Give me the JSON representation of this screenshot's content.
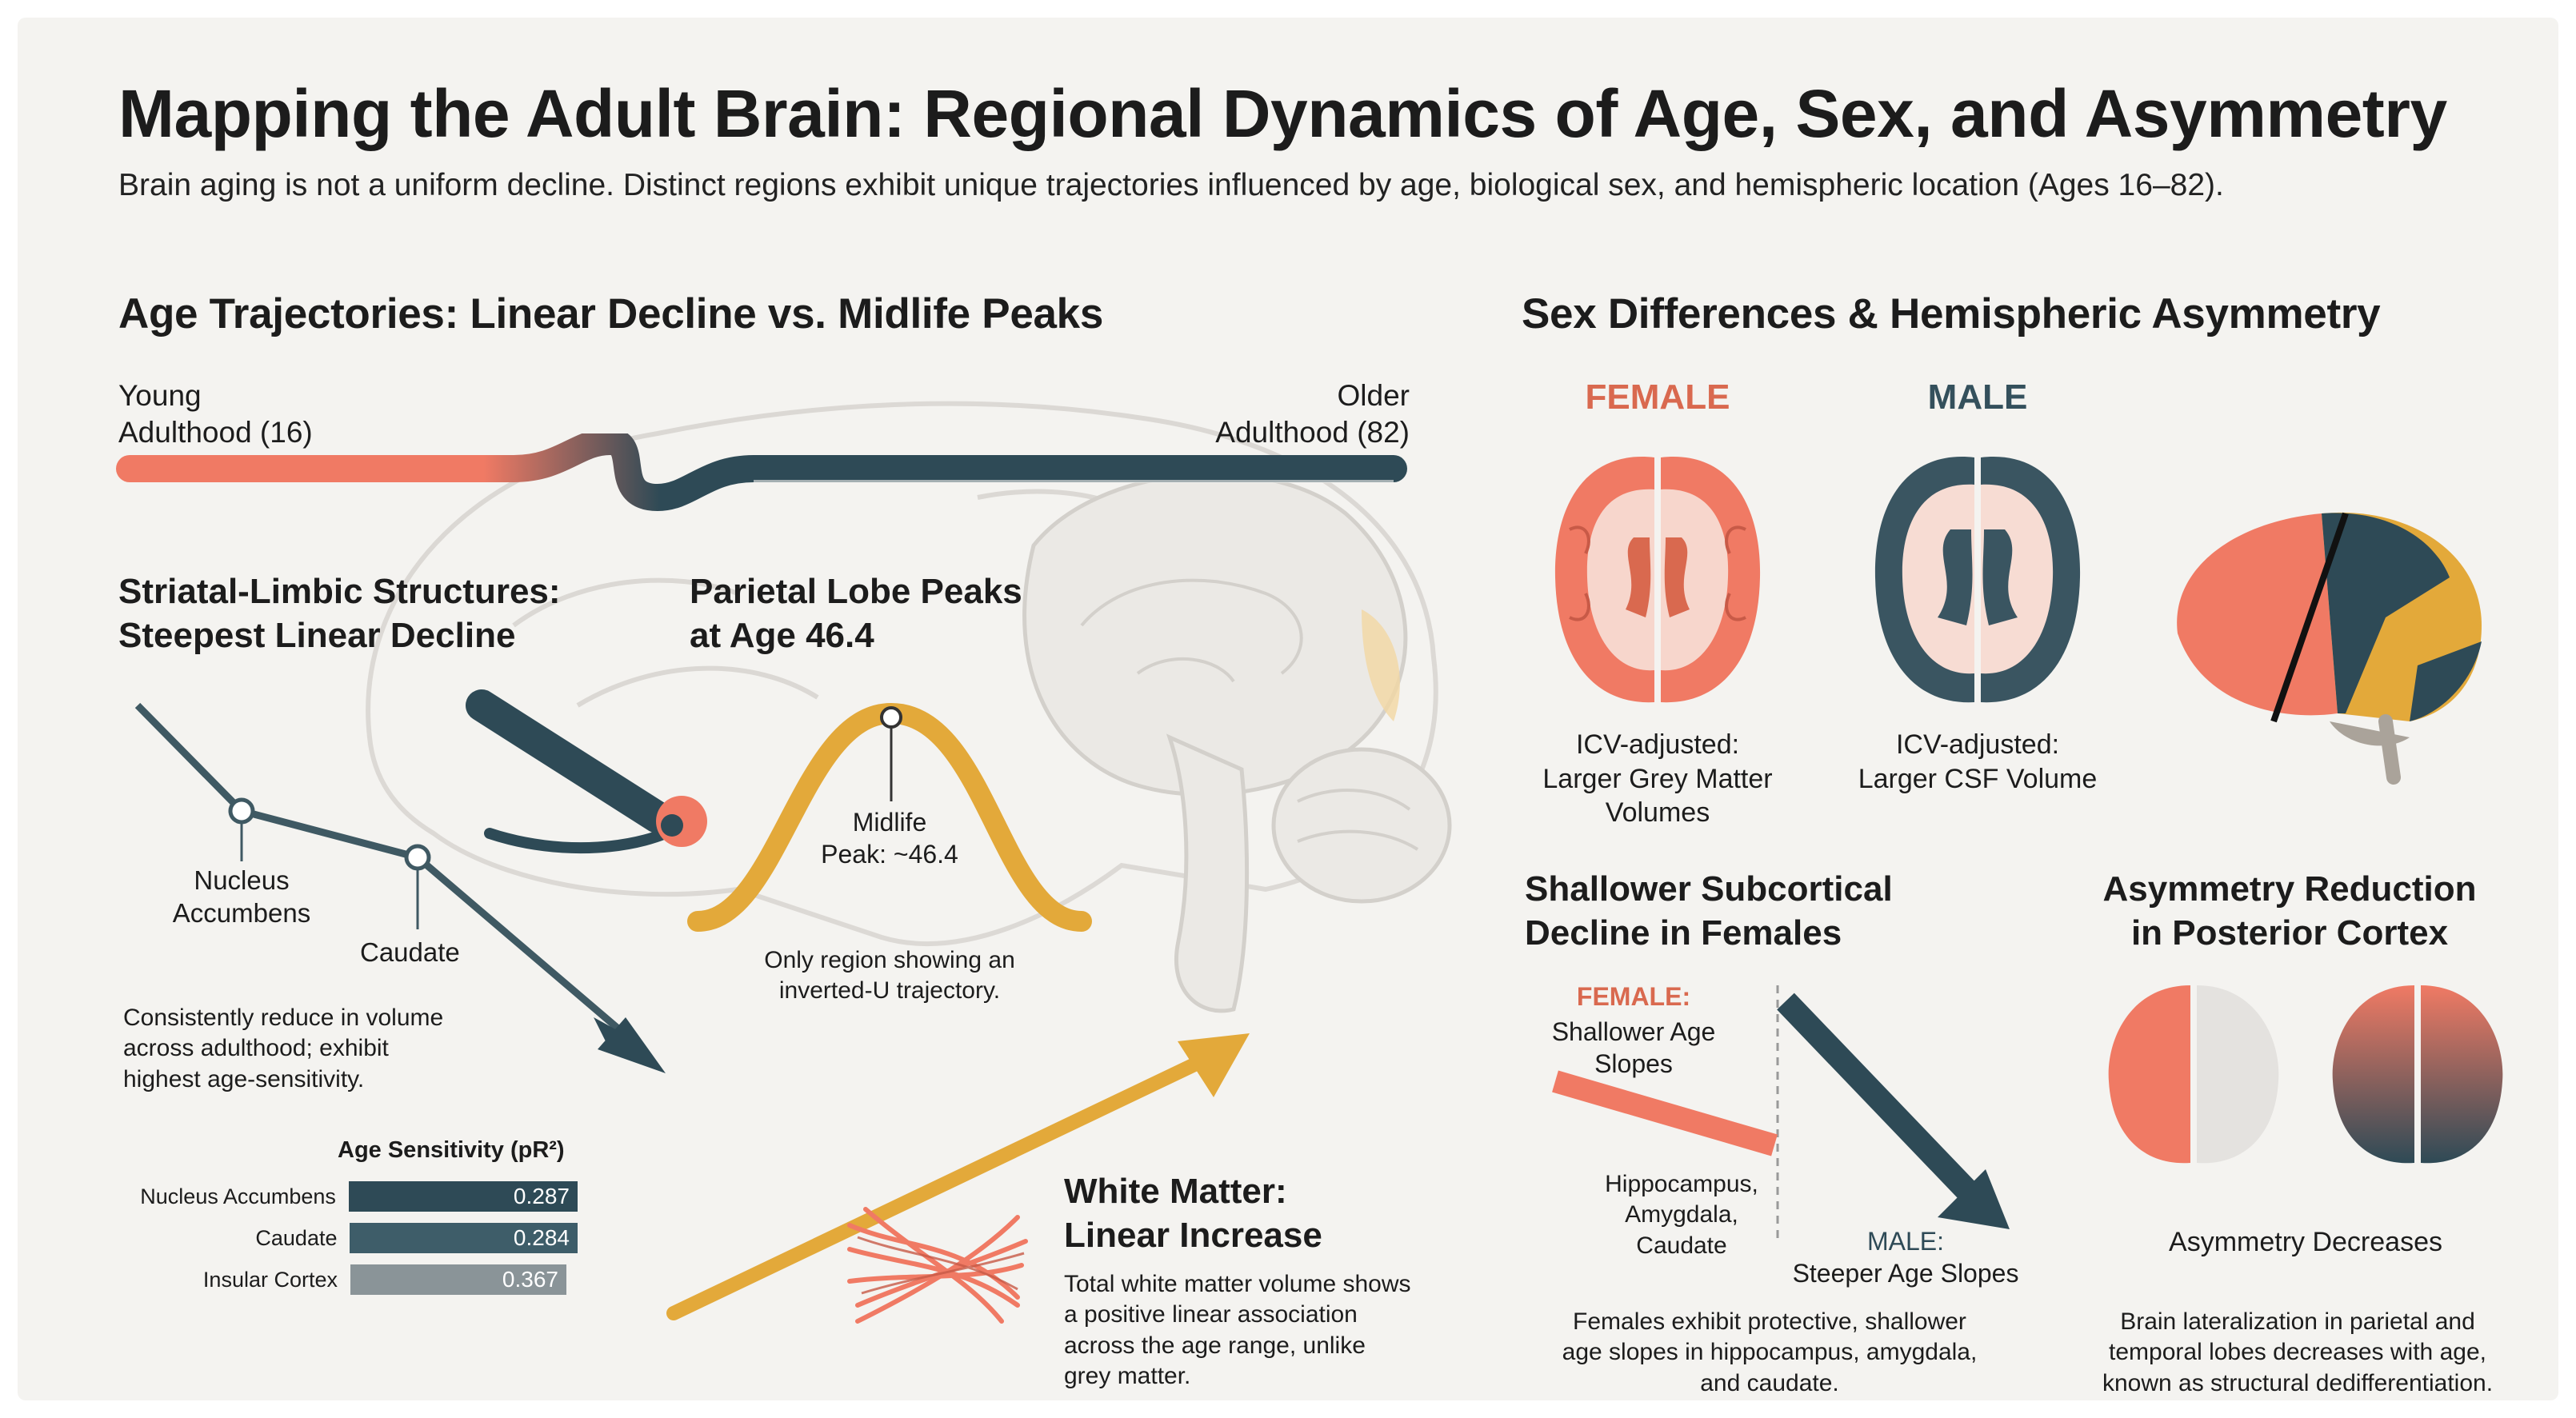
{
  "header": {
    "title": "Mapping the Adult Brain: Regional Dynamics of Age, Sex, and Asymmetry",
    "subtitle": "Brain aging is not a uniform decline. Distinct regions exhibit unique trajectories influenced by age, biological sex, and hemispheric location (Ages 16–82)."
  },
  "left": {
    "heading": "Age Trajectories: Linear Decline vs. Midlife Peaks",
    "timeline": {
      "start": "Young\nAdulthood (16)",
      "end": "Older\nAdulthood (82)"
    },
    "striatal": {
      "heading": "Striatal-Limbic Structures:\nSteepest Linear Decline",
      "point1": "Nucleus\nAccumbens",
      "point2": "Caudate",
      "note": "Consistently reduce in volume\nacross adulthood; exhibit\nhighest age-sensitivity."
    },
    "parietal": {
      "heading": "Parietal Lobe Peaks\nat Age 46.4",
      "peak_label": "Midlife\nPeak: ~46.4",
      "note": "Only region showing an\ninverted-U trajectory."
    },
    "sensitivity": {
      "title": "Age Sensitivity (pR²)",
      "rows": [
        {
          "label": "Nucleus Accumbens",
          "value": "0.287",
          "fraction": 0.93
        },
        {
          "label": "Caudate",
          "value": "0.284",
          "fraction": 0.92
        },
        {
          "label": "Insular Cortex",
          "value": "0.367",
          "fraction": 0.87
        }
      ],
      "colors": [
        "#2e4a56",
        "#3e5d69",
        "#8a9498"
      ]
    },
    "white_matter": {
      "heading": "White Matter:\nLinear Increase",
      "note": "Total white matter volume shows\na positive linear association\nacross the age range, unlike\ngrey matter."
    }
  },
  "right": {
    "heading": "Sex Differences & Hemispheric Asymmetry",
    "female": {
      "label": "FEMALE",
      "caption": "ICV-adjusted:\nLarger Grey Matter\nVolumes"
    },
    "male": {
      "label": "MALE",
      "caption": "ICV-adjusted:\nLarger CSF Volume"
    },
    "subcortical": {
      "heading": "Shallower Subcortical\nDecline in Females",
      "female_label": "FEMALE:",
      "female_text": "Shallower Age\nSlopes",
      "regions": "Hippocampus,\nAmygdala,\nCaudate",
      "male_label": "MALE:",
      "male_text": "Steeper Age Slopes",
      "note": "Females exhibit protective, shallower\nage slopes in hippocampus, amygdala,\nand caudate."
    },
    "asymmetry": {
      "heading": "Asymmetry Reduction\nin Posterior Cortex",
      "label": "Asymmetry Decreases",
      "note": "Brain lateralization in parietal and\ntemporal lobes decreases with age,\nknown as structural dedifferentiation."
    }
  },
  "colors": {
    "coral": "#f07a64",
    "navy": "#2e4a56",
    "gold": "#e3a93a",
    "female_text": "#d9694f",
    "male_text": "#34505c"
  }
}
